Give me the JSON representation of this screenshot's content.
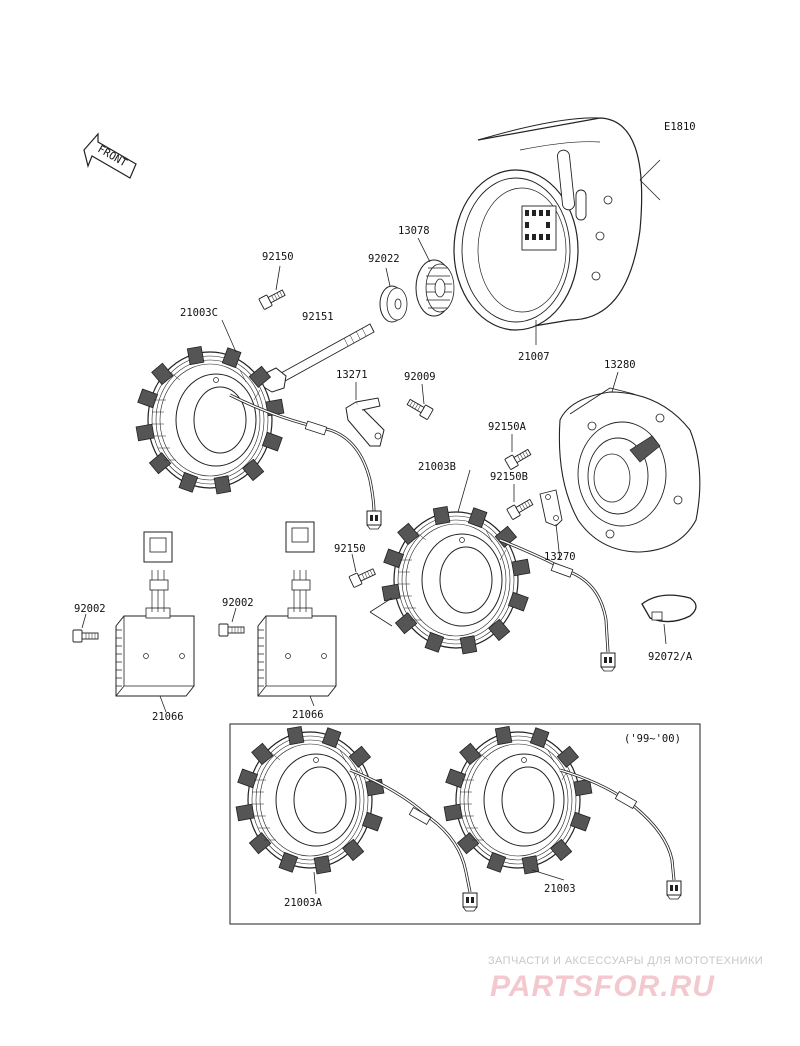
{
  "diagram_code": "E1810",
  "front_label": "FRONT",
  "year_note": "('99~'00)",
  "parts": {
    "p92150_top": "92150",
    "p21003C": "21003C",
    "p92022": "92022",
    "p13078": "13078",
    "p92151": "92151",
    "p21007": "21007",
    "p13271": "13271",
    "p92009": "92009",
    "p13280": "13280",
    "p92150A": "92150A",
    "p21003B": "21003B",
    "p92150B": "92150B",
    "p92150_mid": "92150",
    "p13270": "13270",
    "p92002_left": "92002",
    "p92002_mid": "92002",
    "p92072A": "92072/A",
    "p21066_left": "21066",
    "p21066_mid": "21066",
    "p21003A": "21003A",
    "p21003": "21003"
  },
  "watermark": {
    "line1": "ЗАПЧАСТИ И АКСЕССУАРЫ ДЛЯ МОТОТЕХНИКИ",
    "line2": "PARTSFOR.RU"
  }
}
